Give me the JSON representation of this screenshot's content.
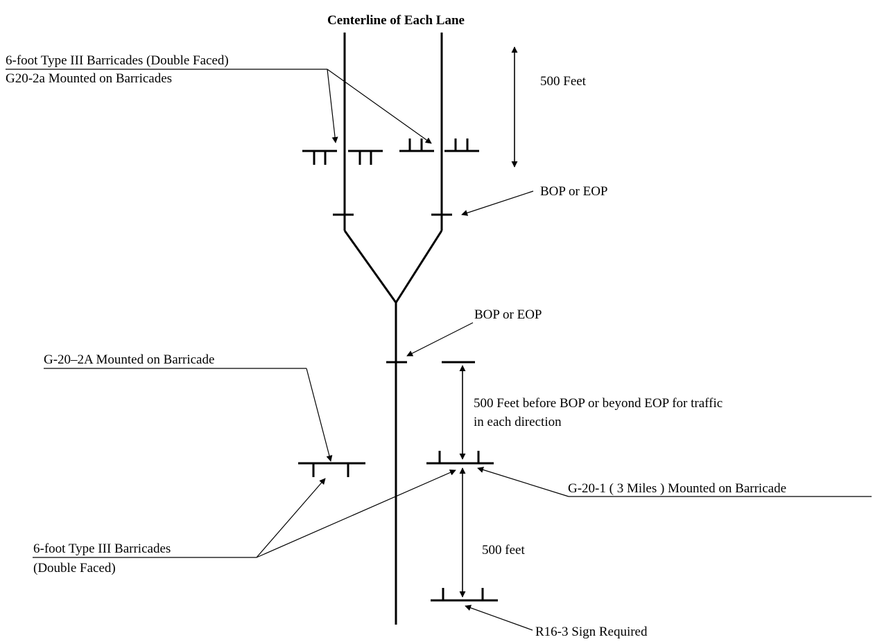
{
  "title": "Centerline of Each Lane",
  "labels": {
    "top_barricades_line1": "6-foot  Type III Barricades (Double Faced)",
    "top_barricades_line2": "G20-2a Mounted on Barricades",
    "dim_top": "500 Feet",
    "bop_eop_upper": "BOP  or  EOP",
    "bop_eop_lower": "BOP  or  EOP",
    "g20_2a": "G-20–2A Mounted on Barricade",
    "dim_middle_line1": "500 Feet before BOP or beyond EOP for traffic",
    "dim_middle_line2": "in each direction",
    "g20_1": "G-20-1 ( 3 Miles ) Mounted on Barricade",
    "bottom_barricades_line1": "6-foot  Type III Barricades",
    "bottom_barricades_line2": "(Double Faced)",
    "dim_bottom": "500 feet",
    "r16_3": "R16-3 Sign Required"
  }
}
